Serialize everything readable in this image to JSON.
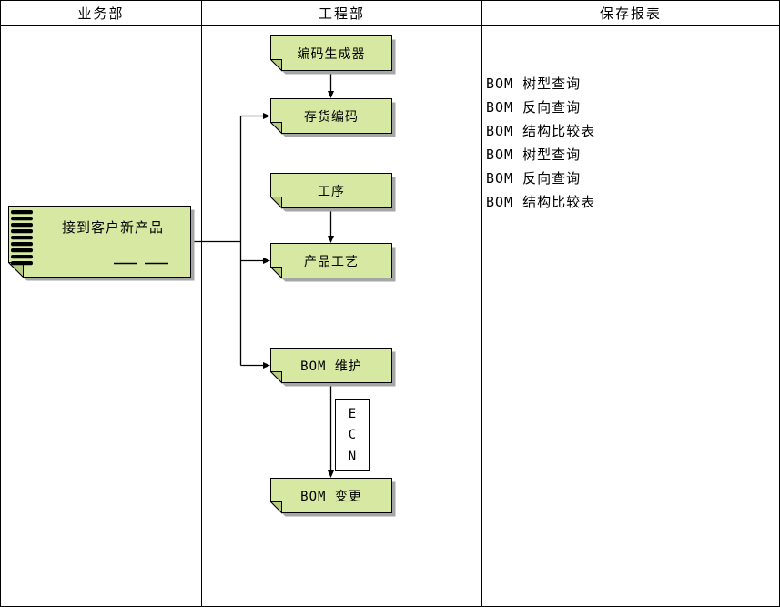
{
  "header": {
    "columns": [
      "业务部",
      "工程部",
      "保存报表"
    ]
  },
  "business": {
    "document_label": "接到客户新产品"
  },
  "engineering": {
    "boxes": [
      {
        "label": "编码生成器"
      },
      {
        "label": "存货编码"
      },
      {
        "label": "工序"
      },
      {
        "label": "产品工艺"
      },
      {
        "label": "BOM 维护"
      },
      {
        "label": "BOM 变更"
      }
    ],
    "ecn_label": [
      "E",
      "C",
      "N"
    ]
  },
  "reports": {
    "items": [
      "BOM 树型查询",
      "BOM 反向查询",
      "BOM 结构比较表",
      "BOM 树型查询",
      "BOM 反向查询",
      "BOM 结构比较表"
    ]
  },
  "colors": {
    "shape_fill": "#d6e8a2",
    "shape_fold": "#b7cc7e",
    "shadow": "#a6a6a6",
    "line": "#000000"
  }
}
